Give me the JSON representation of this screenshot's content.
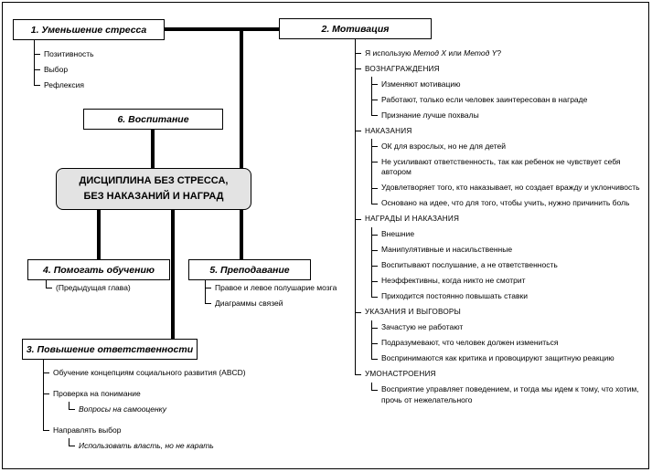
{
  "center_node": {
    "line1": "ДИСЦИПЛИНА БЕЗ СТРЕССА,",
    "line2": "БЕЗ НАКАЗАНИЙ И НАГРАД"
  },
  "stress": {
    "label": "1. Уменьшение стресса",
    "items": [
      "Позитивность",
      "Выбор",
      "Рефлексия"
    ]
  },
  "motivation": {
    "label": "2. Мотивация",
    "question": {
      "prefix": "Я использую ",
      "italic1": "Метод X",
      "middle": " или ",
      "italic2": "Метод Y",
      "suffix": "?"
    },
    "sections": [
      {
        "title": "ВОЗНАГРАЖДЕНИЯ",
        "items": [
          "Изменяют мотивацию",
          "Работают, только если человек заинтересован в награде",
          "Признание лучше похвалы"
        ]
      },
      {
        "title": "НАКАЗАНИЯ",
        "items": [
          "ОК для взрослых, но не для детей",
          "Не усиливают ответственность, так как ребенок не чувствует себя автором",
          "Удовлетворяет того, кто наказывает, но создает вражду и уклончивость",
          "Основано на идее, что для того, чтобы учить, нужно причинить боль"
        ]
      },
      {
        "title": "НАГРАДЫ И НАКАЗАНИЯ",
        "items": [
          "Внешние",
          "Манипулятивные и насильственные",
          "Воспитывают послушание, а не ответственность",
          "Неэффективны, когда никто не смотрит",
          "Приходится постоянно повышать ставки"
        ]
      },
      {
        "title": "УКАЗАНИЯ И ВЫГОВОРЫ",
        "items": [
          "Зачастую не работают",
          "Подразумевают, что человек должен измениться",
          "Воспринимаются как критика и провоцируют защитную реакцию"
        ]
      },
      {
        "title": "УМОНАСТРОЕНИЯ",
        "items": [
          "Восприятие управляет поведением, и тогда мы идем к тому, что хотим, прочь от нежелательного"
        ]
      }
    ]
  },
  "responsibility": {
    "label": "3. Повышение ответственности",
    "items": [
      {
        "text": "Обучение концепциям социального развития (ABCD)"
      },
      {
        "text": "Проверка на понимание",
        "sub": "Вопросы на самооценку"
      },
      {
        "text": "Направлять выбор",
        "sub": "Использовать власть, но не карать"
      }
    ]
  },
  "help_learning": {
    "label": "4. Помогать обучению",
    "items": [
      "(Предыдущая глава)"
    ]
  },
  "teaching": {
    "label": "5. Преподавание",
    "items": [
      "Правое и левое полушарие мозга",
      "Диаграммы связей"
    ]
  },
  "upbringing": {
    "label": "6. Воспитание"
  }
}
